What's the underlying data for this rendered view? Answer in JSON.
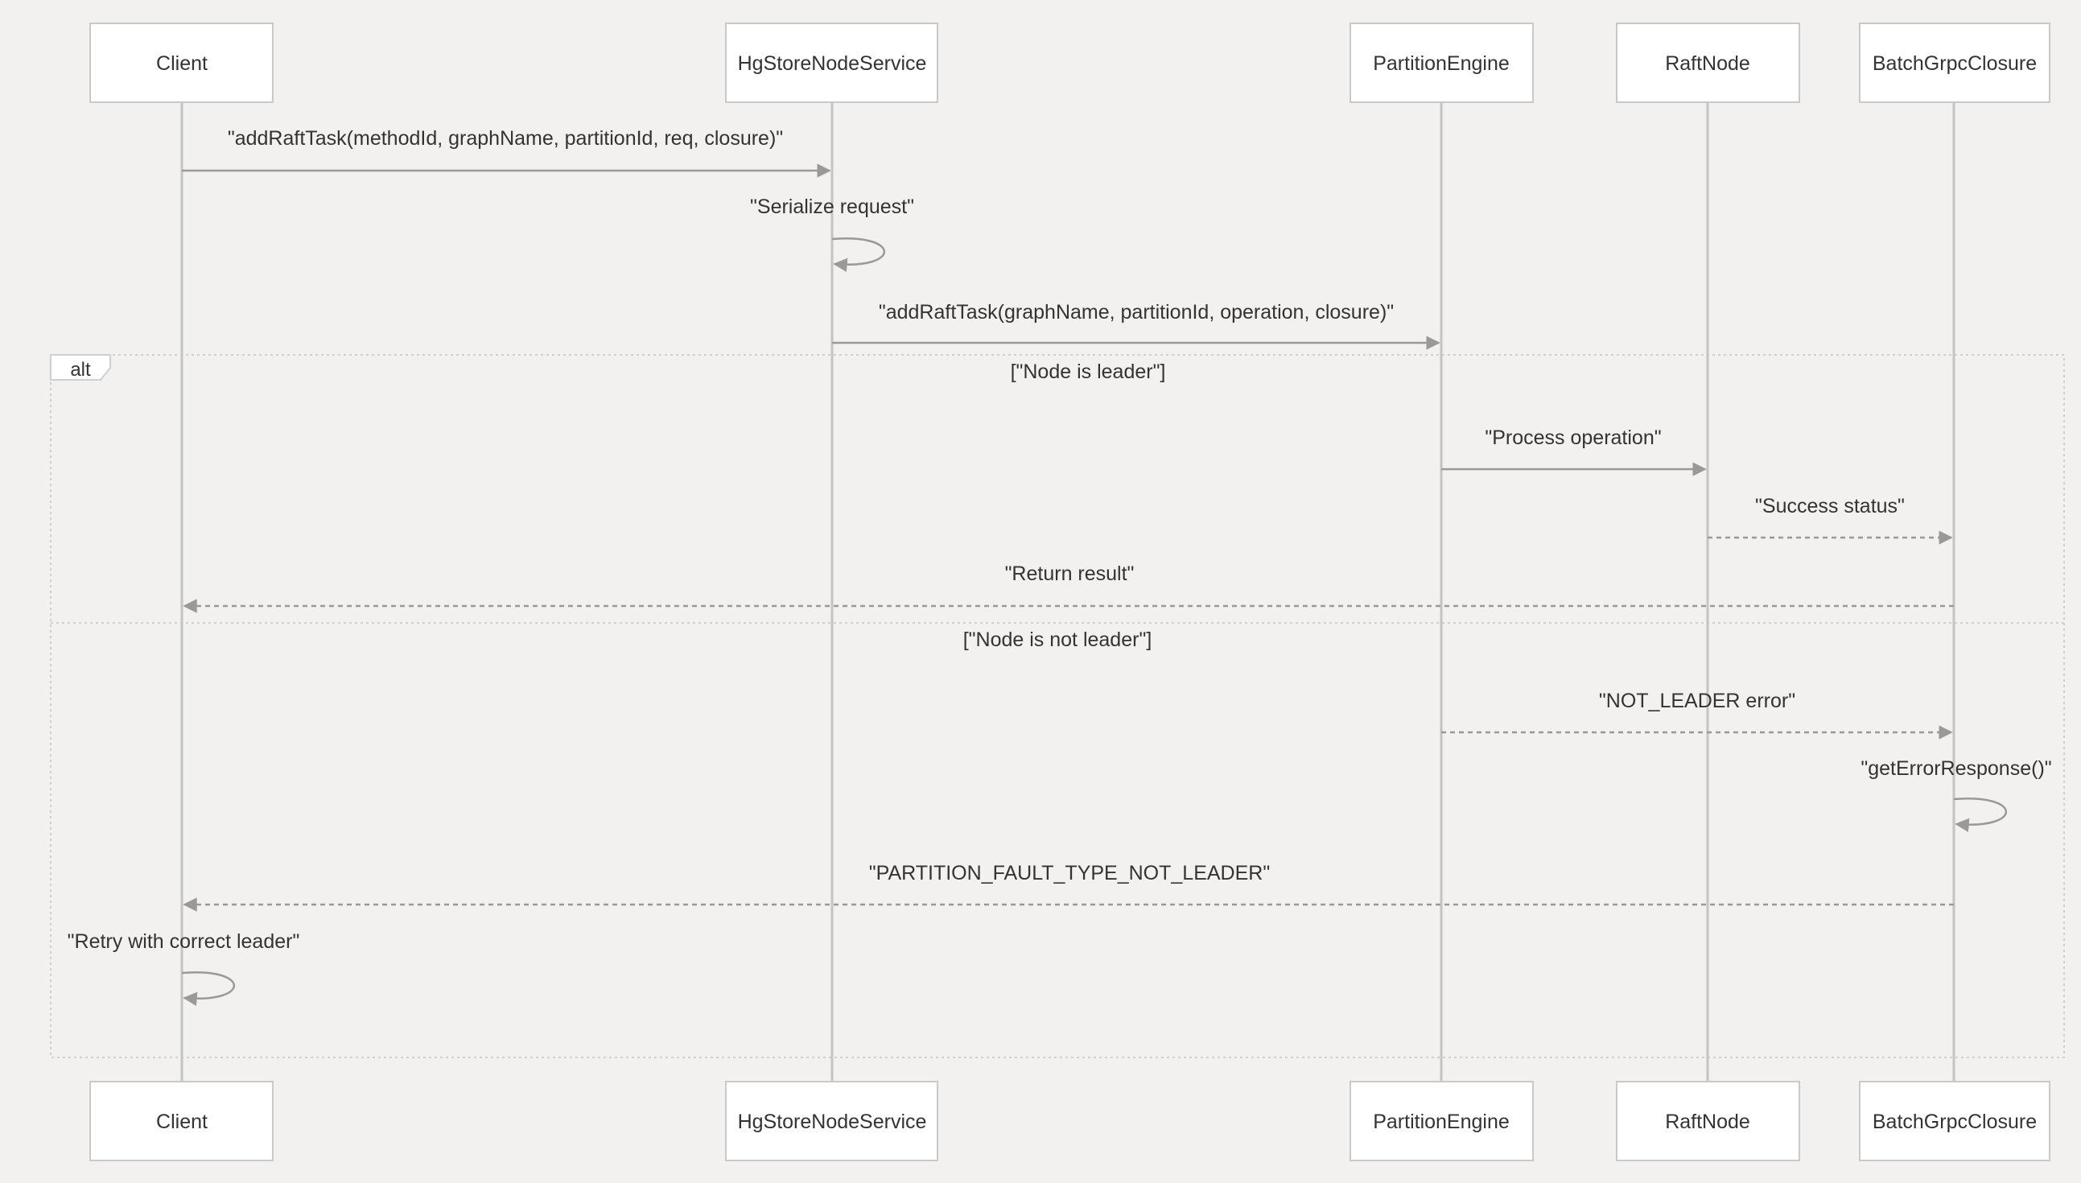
{
  "participants": [
    {
      "id": "client",
      "label": "Client"
    },
    {
      "id": "hg",
      "label": "HgStoreNodeService"
    },
    {
      "id": "pe",
      "label": "PartitionEngine"
    },
    {
      "id": "raft",
      "label": "RaftNode"
    },
    {
      "id": "batch",
      "label": "BatchGrpcClosure"
    }
  ],
  "messages": [
    {
      "from": "client",
      "to": "hg",
      "label": "\"addRaftTask(methodId, graphName, partitionId, req, closure)\"",
      "style": "solid"
    },
    {
      "from": "hg",
      "to": "hg",
      "label": "\"Serialize request\"",
      "style": "solid"
    },
    {
      "from": "hg",
      "to": "pe",
      "label": "\"addRaftTask(graphName, partitionId, operation, closure)\"",
      "style": "solid"
    },
    {
      "from": "pe",
      "to": "raft",
      "label": "\"Process operation\"",
      "style": "solid"
    },
    {
      "from": "raft",
      "to": "batch",
      "label": "\"Success status\"",
      "style": "dashed"
    },
    {
      "from": "batch",
      "to": "client",
      "label": "\"Return result\"",
      "style": "dashed"
    },
    {
      "from": "pe",
      "to": "batch",
      "label": "\"NOT_LEADER error\"",
      "style": "dashed"
    },
    {
      "from": "batch",
      "to": "batch",
      "label": "\"getErrorResponse()\"",
      "style": "solid"
    },
    {
      "from": "batch",
      "to": "client",
      "label": "\"PARTITION_FAULT_TYPE_NOT_LEADER\"",
      "style": "dashed"
    },
    {
      "from": "client",
      "to": "client",
      "label": "\"Retry with correct leader\"",
      "style": "solid"
    }
  ],
  "fragment": {
    "type": "alt",
    "sections": [
      {
        "guard": "[\"Node is leader\"]"
      },
      {
        "guard": "[\"Node is not leader\"]"
      }
    ]
  },
  "colors": {
    "background": "#f2f1ef",
    "actor_fill": "#ffffff",
    "line": "#999999",
    "lifeline": "#c4c4c4",
    "text": "#333333"
  }
}
